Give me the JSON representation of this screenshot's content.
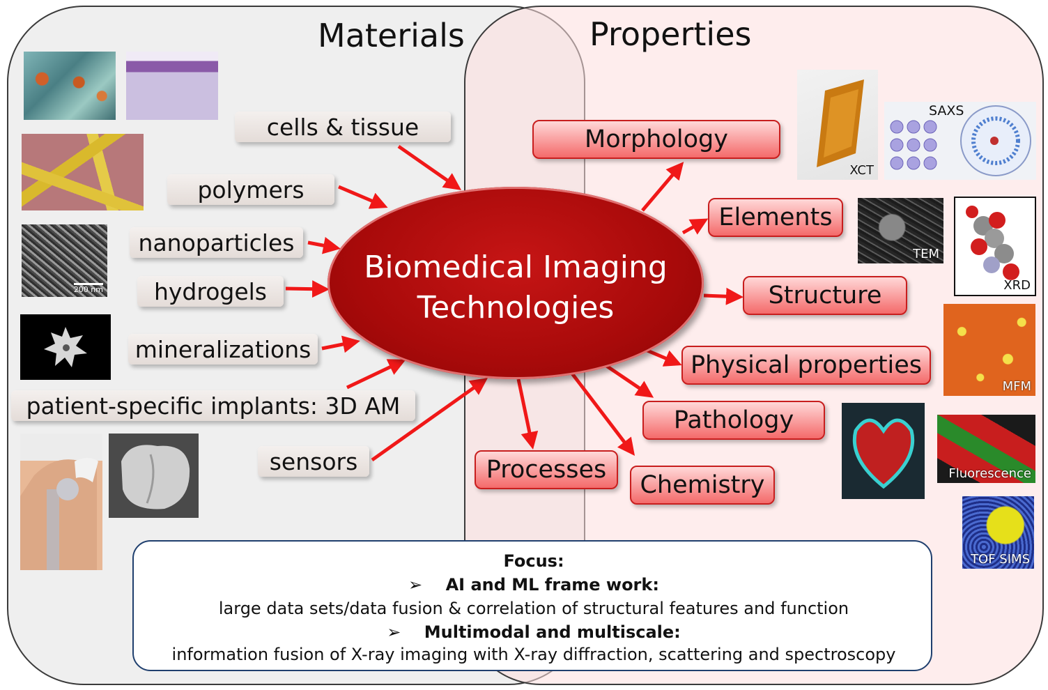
{
  "headings": {
    "materials": "Materials",
    "properties": "Properties"
  },
  "center": {
    "line1": "Biomedical Imaging",
    "line2": "Technologies"
  },
  "materials": [
    "cells & tissue",
    "polymers",
    "nanoparticles",
    "hydrogels",
    "mineralizations",
    "patient-specific implants: 3D AM",
    "sensors"
  ],
  "properties": [
    "Morphology",
    "Elements",
    "Structure",
    "Physical properties",
    "Pathology",
    "Chemistry",
    "Processes"
  ],
  "image_labels": {
    "xct": "XCT",
    "saxs": "SAXS",
    "tem": "TEM",
    "xrd": "XRD",
    "mfm": "MFM",
    "fluorescence": "Fluorescence",
    "tofsims": "TOF SIMS",
    "scale_bar": "200 nm"
  },
  "focus": {
    "title": "Focus:",
    "bullet": "➢",
    "point1_title": "AI and ML frame work:",
    "point1_text": "large data sets/data fusion & correlation of structural features and function",
    "point2_title": "Multimodal and multiscale:",
    "point2_text": "information fusion of X-ray imaging with X-ray diffraction, scattering and spectroscopy"
  },
  "colors": {
    "ellipse": "#b00c0c",
    "arrow": "#f01818",
    "prop_border": "#c81e1e",
    "focus_border": "#1f3f6e"
  }
}
